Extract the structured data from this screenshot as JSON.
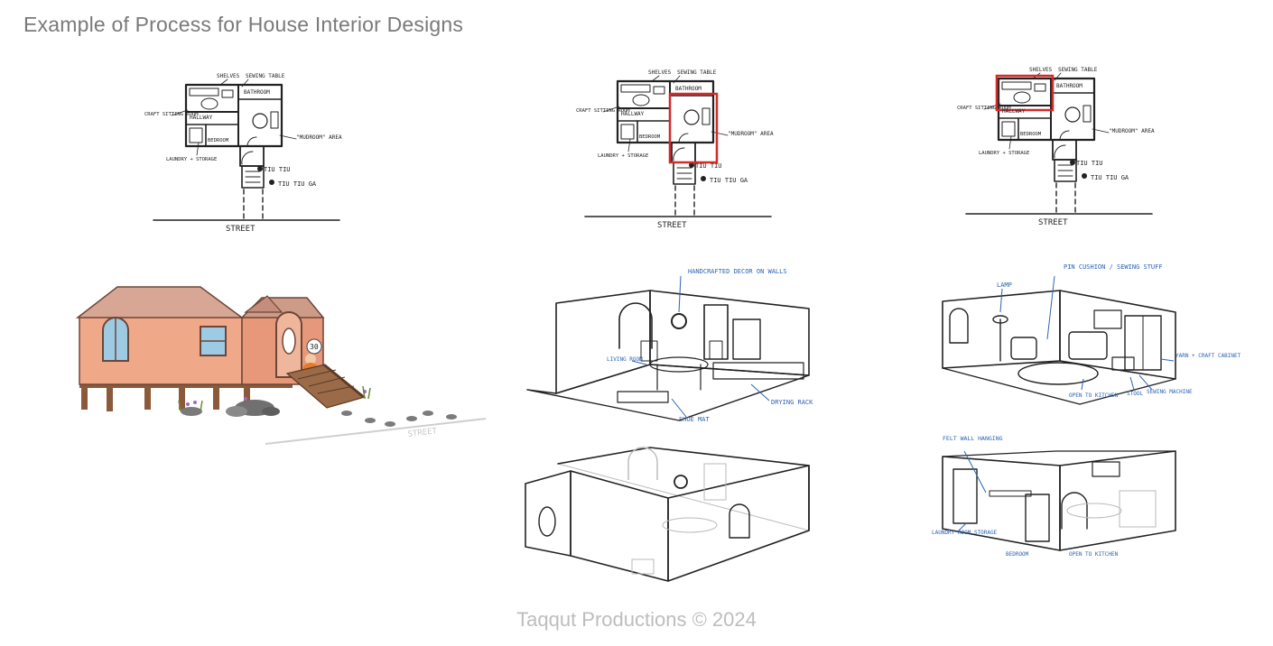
{
  "header": {
    "title": "Example of Process for House Interior Designs"
  },
  "footer": {
    "credit": "Taqqut Productions © 2024"
  },
  "floorplan_labels": {
    "shelves": "SHELVES",
    "sewing_table": "SEWING TABLE",
    "bathroom": "BATHROOM",
    "craft_sitting_room": "CRAFT SITTING ROOM",
    "hallway": "HALLWAY",
    "bedroom": "BEDROOM",
    "mudroom_area": "\"MUDROOM\" AREA",
    "laundry_storage": "LAUNDRY + STORAGE",
    "door_number": "TIU TIU",
    "house_name": "TIU TIU GA",
    "street": "STREET"
  },
  "house_illustration": {
    "house_number": "30",
    "street": "STREET"
  },
  "room_mudroom_labels": {
    "handcrafted": "HANDCRAFTED DECOR ON WALLS",
    "living_room": "LIVING ROOM",
    "shoe_mat": "SHOE MAT",
    "drying_rack": "DRYING RACK"
  },
  "room_craft_labels": {
    "lamp": "LAMP",
    "pin_cushion": "PIN CUSHION / SEWING STUFF",
    "yarn_cabinet": "YARN + CRAFT CABINET",
    "stool": "STOOL",
    "sewing_machine": "SEWING MACHINE",
    "open_to_kitchen": "OPEN TO KITCHEN"
  },
  "room_craft_lower_labels": {
    "felt_wall_hanging": "FELT WALL HANGING",
    "laundry_room_storage": "LAUNDRY ROOM STORAGE",
    "bedroom": "BEDROOM",
    "open_to_kitchen": "OPEN TO KITCHEN"
  },
  "colors": {
    "highlight": "#d42a2a",
    "annotation": "#2c63b3",
    "house_wall": "#f0a988",
    "roof": "#d8a695",
    "stilts": "#8a5a3a"
  }
}
